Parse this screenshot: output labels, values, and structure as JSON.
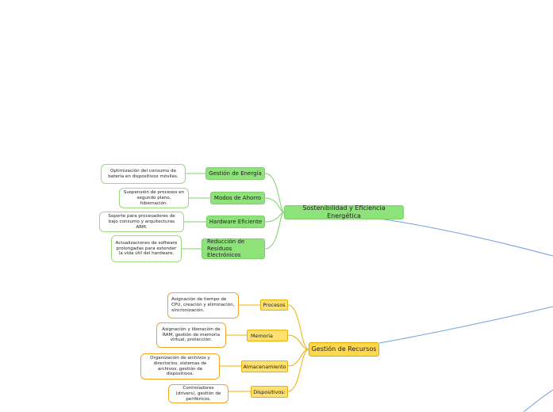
{
  "green": {
    "main": "Sostenibilidad y Eficiencia Energética",
    "cats": [
      "Gestión de Energía",
      "Modos de Ahorro",
      "Hardware Eficiente",
      "Reducción de Residuos Electrónicos"
    ],
    "notes": [
      "Optimización del consumo de batería en dispositivos móviles.",
      "Suspensión de procesos en segundo plano, hibernación.",
      "Soporte para procesadores de bajo consumo y arquitecturas ARM.",
      "Actualizaciones de software prolongadas para extender la vida útil del hardware."
    ]
  },
  "yellow": {
    "main": "Gestión de Recursos",
    "cats": [
      "Procesos",
      "Memoria",
      "Almacenamiento",
      "Dispositivos:"
    ],
    "notes": [
      "Asignación de tiempo de CPU, creación y eliminación, sincronización.",
      "Asignación y liberación de RAM, gestión de memoria virtual, protección.",
      "Organización de archivos y directorios, sistemas de archivos, gestión de dispositivos.",
      "Controladores (drivers), gestión de periféricos."
    ]
  },
  "colors": {
    "green_line": "#7dd06a",
    "yellow_line": "#e8b10a",
    "blue_line": "#6f9fe0"
  }
}
